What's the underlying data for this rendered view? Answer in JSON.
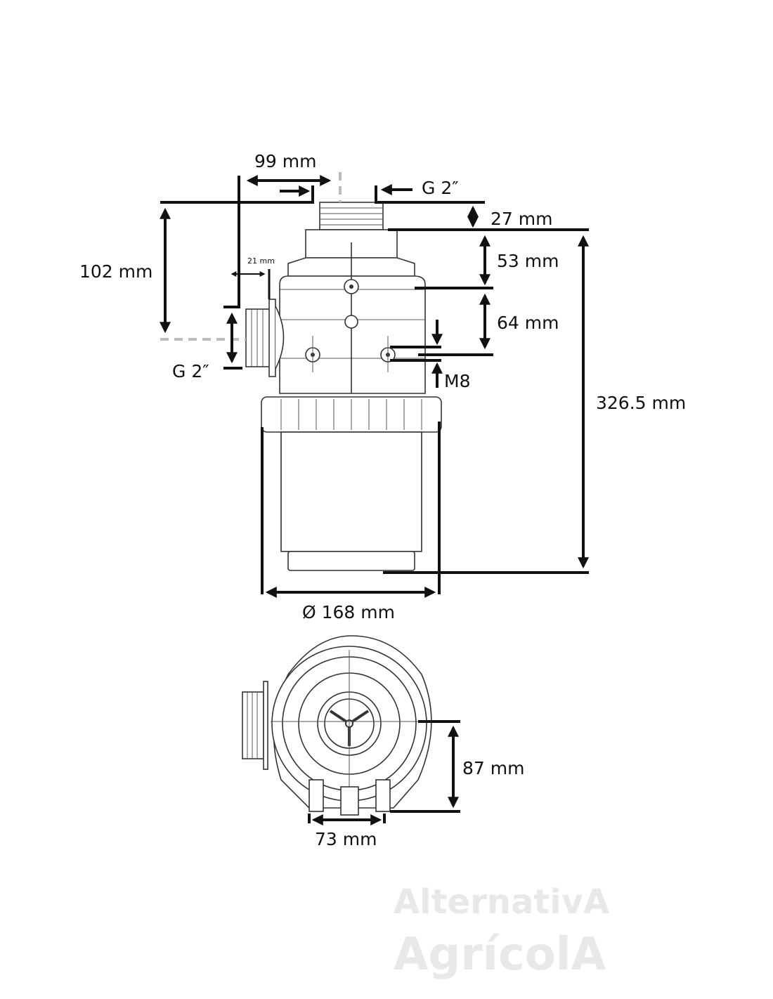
{
  "watermark": {
    "line1": "AlternativA",
    "line2": "AgrícolA"
  },
  "side_view": {
    "dims": {
      "offset_width": "99 mm",
      "outlet_thread": "G 2″",
      "outlet_height": "27 mm",
      "upper_section": "53 mm",
      "bolt_spacing": "64 mm",
      "bolt_size": "M8",
      "total_height": "326.5 mm",
      "inlet_height": "102 mm",
      "inlet_length": "21 mm",
      "inlet_thread": "G 2″",
      "diameter": "Ø 168 mm"
    }
  },
  "top_view": {
    "dims": {
      "mount_offset": "87 mm",
      "mount_width": "73 mm"
    }
  },
  "colors": {
    "line": "#111111",
    "dashed": "#bbbbbb"
  }
}
